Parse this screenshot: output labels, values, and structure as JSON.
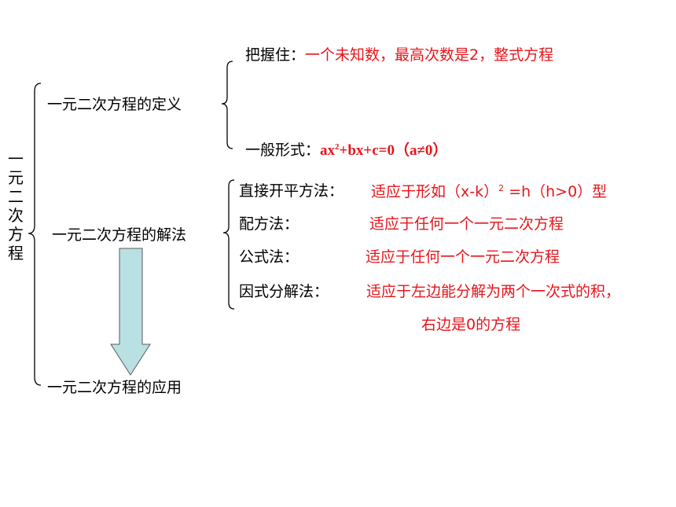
{
  "root": {
    "chars": [
      "一",
      "元",
      "二",
      "次",
      "方",
      "程"
    ]
  },
  "branches": {
    "definition": "一元二次方程的定义",
    "solving": "一元二次方程的解法",
    "application": "一元二次方程的应用"
  },
  "definition": {
    "grasp_label": "把握住：",
    "grasp_value": "一个未知数，最高次数是2，整式方程",
    "general_label": "一般形式：",
    "general_formula_a": "ax",
    "general_formula_exp": "2",
    "general_formula_b": "+bx+c=0（a≠0）"
  },
  "methods": [
    {
      "label": "直接开平方法：",
      "desc_a": "适应于形如（x-k）",
      "desc_exp": "2",
      "desc_b": " =h（h>0）型"
    },
    {
      "label": "配方法：",
      "desc": "适应于任何一个一元二次方程"
    },
    {
      "label": "公式法：",
      "desc": "适应于任何一个一元二次方程"
    },
    {
      "label": "因式分解法：",
      "desc": "适应于左边能分解为两个一次式的积，",
      "desc_cont": "右边是0的方程"
    }
  ],
  "colors": {
    "accent": "#e8141b",
    "arrow_fill": "#b9e0e2"
  }
}
